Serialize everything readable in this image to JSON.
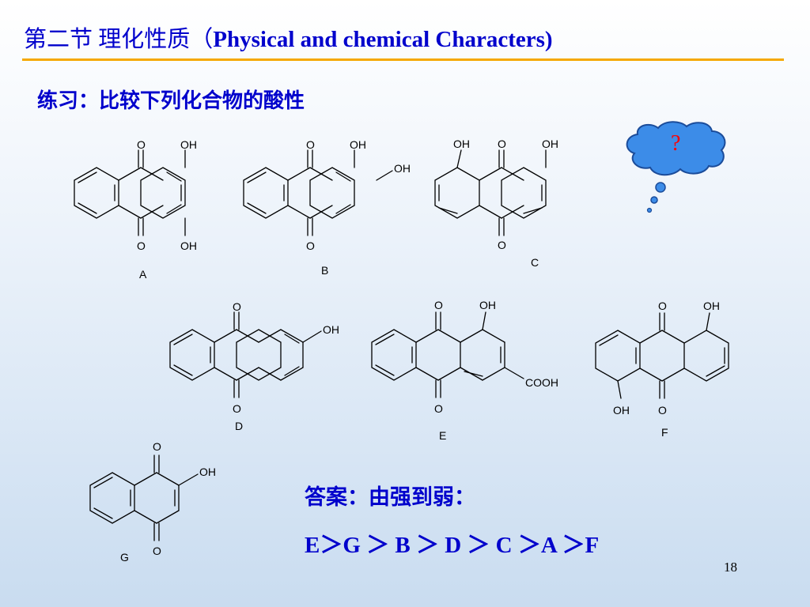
{
  "title": {
    "chinese": "第二节  理化性质（",
    "english": "Physical and chemical Characters)"
  },
  "exercise": "练习：比较下列化合物的酸性",
  "thought_bubble": {
    "symbol": "?",
    "fill": "#3c8ce8",
    "text_color": "#ff0000"
  },
  "compounds": [
    {
      "label": "A",
      "substituents": [
        "O",
        "OH",
        "O",
        "OH"
      ]
    },
    {
      "label": "B",
      "substituents": [
        "O",
        "OH",
        "OH",
        "O"
      ]
    },
    {
      "label": "C",
      "substituents": [
        "OH",
        "O",
        "OH",
        "O"
      ]
    },
    {
      "label": "D",
      "substituents": [
        "O",
        "OH",
        "O"
      ]
    },
    {
      "label": "E",
      "substituents": [
        "O",
        "OH",
        "COOH",
        "O"
      ]
    },
    {
      "label": "F",
      "substituents": [
        "O",
        "OH",
        "OH",
        "O"
      ]
    },
    {
      "label": "G",
      "substituents": [
        "O",
        "OH",
        "O"
      ]
    }
  ],
  "answer": {
    "label": "答案：由强到弱：",
    "order": "E＞G ＞ B ＞ D ＞ C ＞A ＞F"
  },
  "page_number": "18",
  "colors": {
    "heading": "#0000cc",
    "rule": "#f5a800"
  }
}
